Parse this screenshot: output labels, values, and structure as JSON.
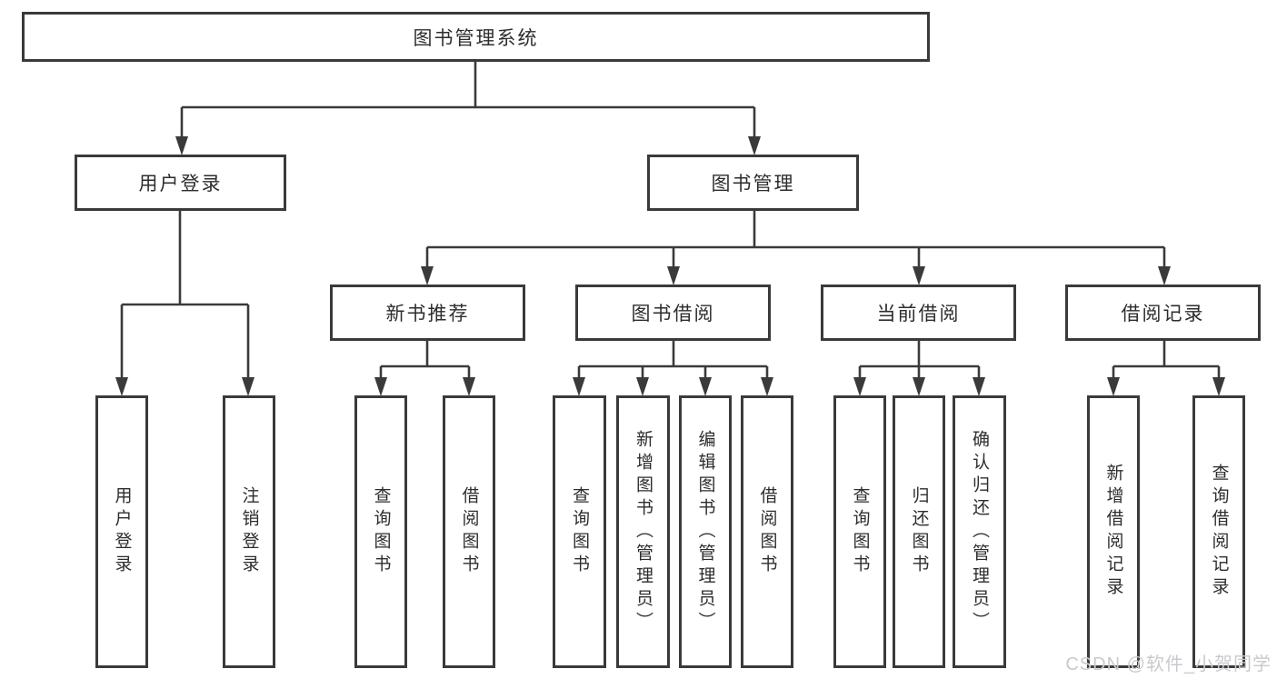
{
  "diagram": {
    "root": {
      "label": "图书管理系统"
    },
    "branches": [
      {
        "label": "用户登录",
        "children": [
          {
            "label": "用户登录"
          },
          {
            "label": "注销登录"
          }
        ]
      },
      {
        "label": "图书管理",
        "children": [
          {
            "label": "新书推荐",
            "children": [
              {
                "label": "查询图书"
              },
              {
                "label": "借阅图书"
              }
            ]
          },
          {
            "label": "图书借阅",
            "children": [
              {
                "label": "查询图书"
              },
              {
                "label": "新增图书（管理员）"
              },
              {
                "label": "编辑图书（管理员）"
              },
              {
                "label": "借阅图书"
              }
            ]
          },
          {
            "label": "当前借阅",
            "children": [
              {
                "label": "查询图书"
              },
              {
                "label": "归还图书"
              },
              {
                "label": "确认归还（管理员）"
              }
            ]
          },
          {
            "label": "借阅记录",
            "children": [
              {
                "label": "新增借阅记录"
              },
              {
                "label": "查询借阅记录"
              }
            ]
          }
        ]
      }
    ]
  },
  "watermark": "CSDN @软件_小贺同学",
  "colors": {
    "line": "#3a3a3a",
    "text": "#2d2d2d",
    "watermark": "#c9cacd",
    "background": "#ffffff"
  }
}
